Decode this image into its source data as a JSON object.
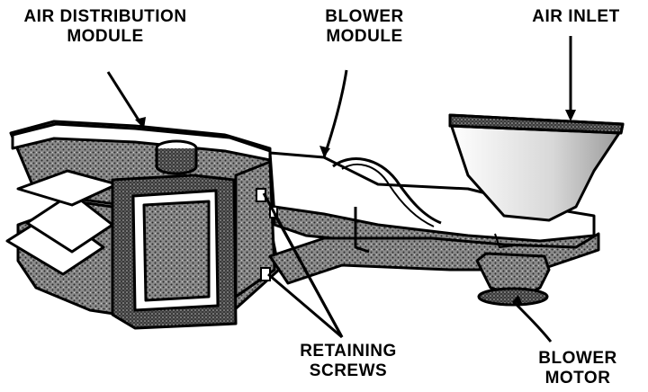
{
  "diagram": {
    "labels": {
      "air_distribution_module": [
        "AIR DISTRIBUTION",
        "MODULE"
      ],
      "blower_module": [
        "BLOWER",
        "MODULE"
      ],
      "air_inlet": [
        "AIR INLET"
      ],
      "retaining_screws": [
        "RETAINING",
        "SCREWS"
      ],
      "blower_motor": [
        "BLOWER",
        "MOTOR"
      ]
    }
  }
}
